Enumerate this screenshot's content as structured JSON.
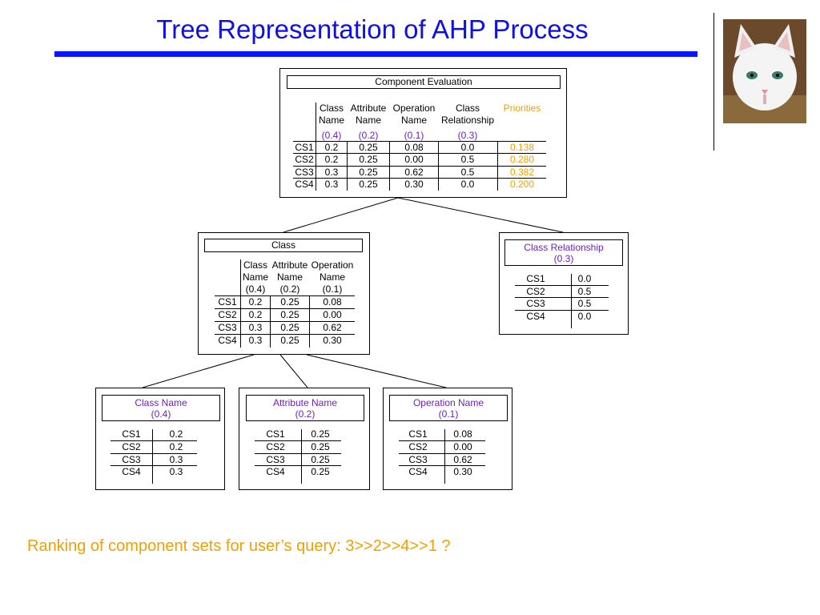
{
  "slide": {
    "title": "Tree Representation of AHP Process",
    "ranking": "Ranking of component sets for user’s query: 3>>2>>4>>1 ?"
  },
  "root": {
    "title": "Component Evaluation",
    "headers": [
      [
        "Class",
        "Name"
      ],
      [
        "Attribute",
        "Name"
      ],
      [
        "Operation",
        "Name"
      ],
      [
        "Class",
        "Relationship"
      ]
    ],
    "priorities_label": "Priorities",
    "weights": [
      "(0.4)",
      "(0.2)",
      "(0.1)",
      "(0.3)"
    ],
    "rows": [
      {
        "id": "CS1",
        "values": [
          "0.2",
          "0.25",
          "0.08",
          "0.0"
        ],
        "priority": "0.138"
      },
      {
        "id": "CS2",
        "values": [
          "0.2",
          "0.25",
          "0.00",
          "0.5"
        ],
        "priority": "0.280"
      },
      {
        "id": "CS3",
        "values": [
          "0.3",
          "0.25",
          "0.62",
          "0.5"
        ],
        "priority": "0.382"
      },
      {
        "id": "CS4",
        "values": [
          "0.3",
          "0.25",
          "0.30",
          "0.0"
        ],
        "priority": "0.200"
      }
    ]
  },
  "class_node": {
    "title": "Class",
    "headers": [
      [
        "Class",
        "Name"
      ],
      [
        "Attribute",
        "Name"
      ],
      [
        "Operation",
        "Name"
      ]
    ],
    "weights": [
      "(0.4)",
      "(0.2)",
      "(0.1)"
    ],
    "rows": [
      {
        "id": "CS1",
        "values": [
          "0.2",
          "0.25",
          "0.08"
        ]
      },
      {
        "id": "CS2",
        "values": [
          "0.2",
          "0.25",
          "0.00"
        ]
      },
      {
        "id": "CS3",
        "values": [
          "0.3",
          "0.25",
          "0.62"
        ]
      },
      {
        "id": "CS4",
        "values": [
          "0.3",
          "0.25",
          "0.30"
        ]
      }
    ]
  },
  "class_relationship": {
    "title": "Class Relationship",
    "weight": "(0.3)",
    "rows": [
      [
        "CS1",
        "0.0"
      ],
      [
        "CS2",
        "0.5"
      ],
      [
        "CS3",
        "0.5"
      ],
      [
        "CS4",
        "0.0"
      ]
    ]
  },
  "class_name": {
    "title": "Class Name",
    "weight": "(0.4)",
    "rows": [
      [
        "CS1",
        "0.2"
      ],
      [
        "CS2",
        "0.2"
      ],
      [
        "CS3",
        "0.3"
      ],
      [
        "CS4",
        "0.3"
      ]
    ]
  },
  "attribute_name": {
    "title": "Attribute Name",
    "weight": "(0.2)",
    "rows": [
      [
        "CS1",
        "0.25"
      ],
      [
        "CS2",
        "0.25"
      ],
      [
        "CS3",
        "0.25"
      ],
      [
        "CS4",
        "0.25"
      ]
    ]
  },
  "operation_name": {
    "title": "Operation Name",
    "weight": "(0.1)",
    "rows": [
      [
        "CS1",
        "0.08"
      ],
      [
        "CS2",
        "0.00"
      ],
      [
        "CS3",
        "0.62"
      ],
      [
        "CS4",
        "0.30"
      ]
    ]
  }
}
